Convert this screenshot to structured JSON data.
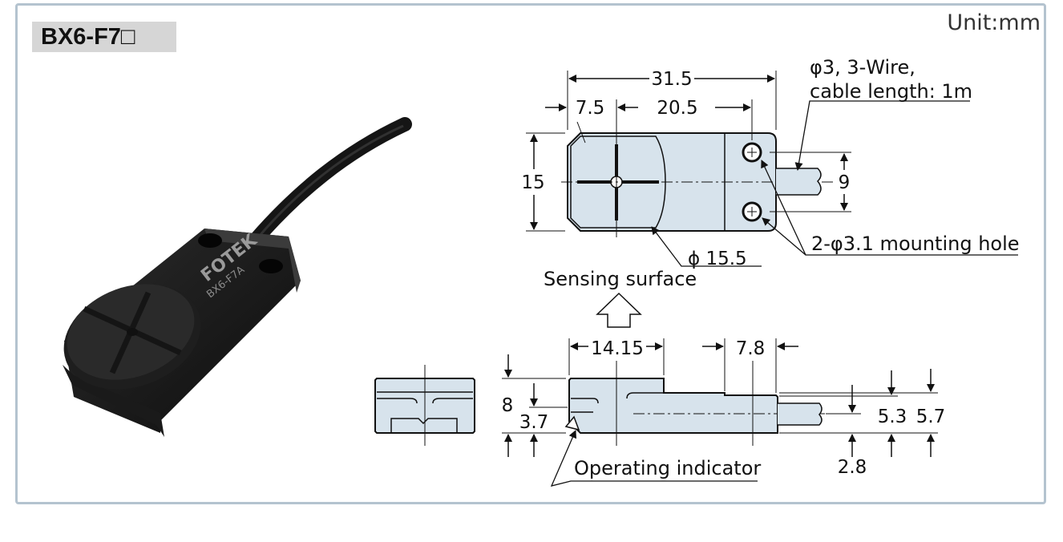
{
  "header": {
    "model": "BX6-F7□",
    "unit": "Unit:mm"
  },
  "product_photo": {
    "brand": "FOTEK",
    "printed_model": "BX6-F7A"
  },
  "top_view": {
    "dim_overall_length": "31.5",
    "dim_head_offset": "7.5",
    "dim_hole_distance": "20.5",
    "dim_height": "15",
    "dim_hole_pitch": "9",
    "dim_diameter": "ϕ 15.5",
    "cable_note_line1": "φ3, 3-Wire,",
    "cable_note_line2": "cable length: 1m",
    "mounting_hole_note": "2-φ3.1 mounting hole",
    "sensing_surface": "Sensing surface"
  },
  "side_view": {
    "dim_head_length": "14.15",
    "dim_tab_length": "7.8",
    "dim_total_height": "8",
    "dim_indicator_height": "3.7",
    "dim_body_height": "5.3",
    "dim_side_height": "5.7",
    "dim_tab_thickness": "2.8",
    "operating_indicator": "Operating indicator"
  },
  "colors": {
    "body_fill": "#d7e3ec",
    "frame_border": "#b4c3cf",
    "badge_bg": "#d6d6d6"
  }
}
